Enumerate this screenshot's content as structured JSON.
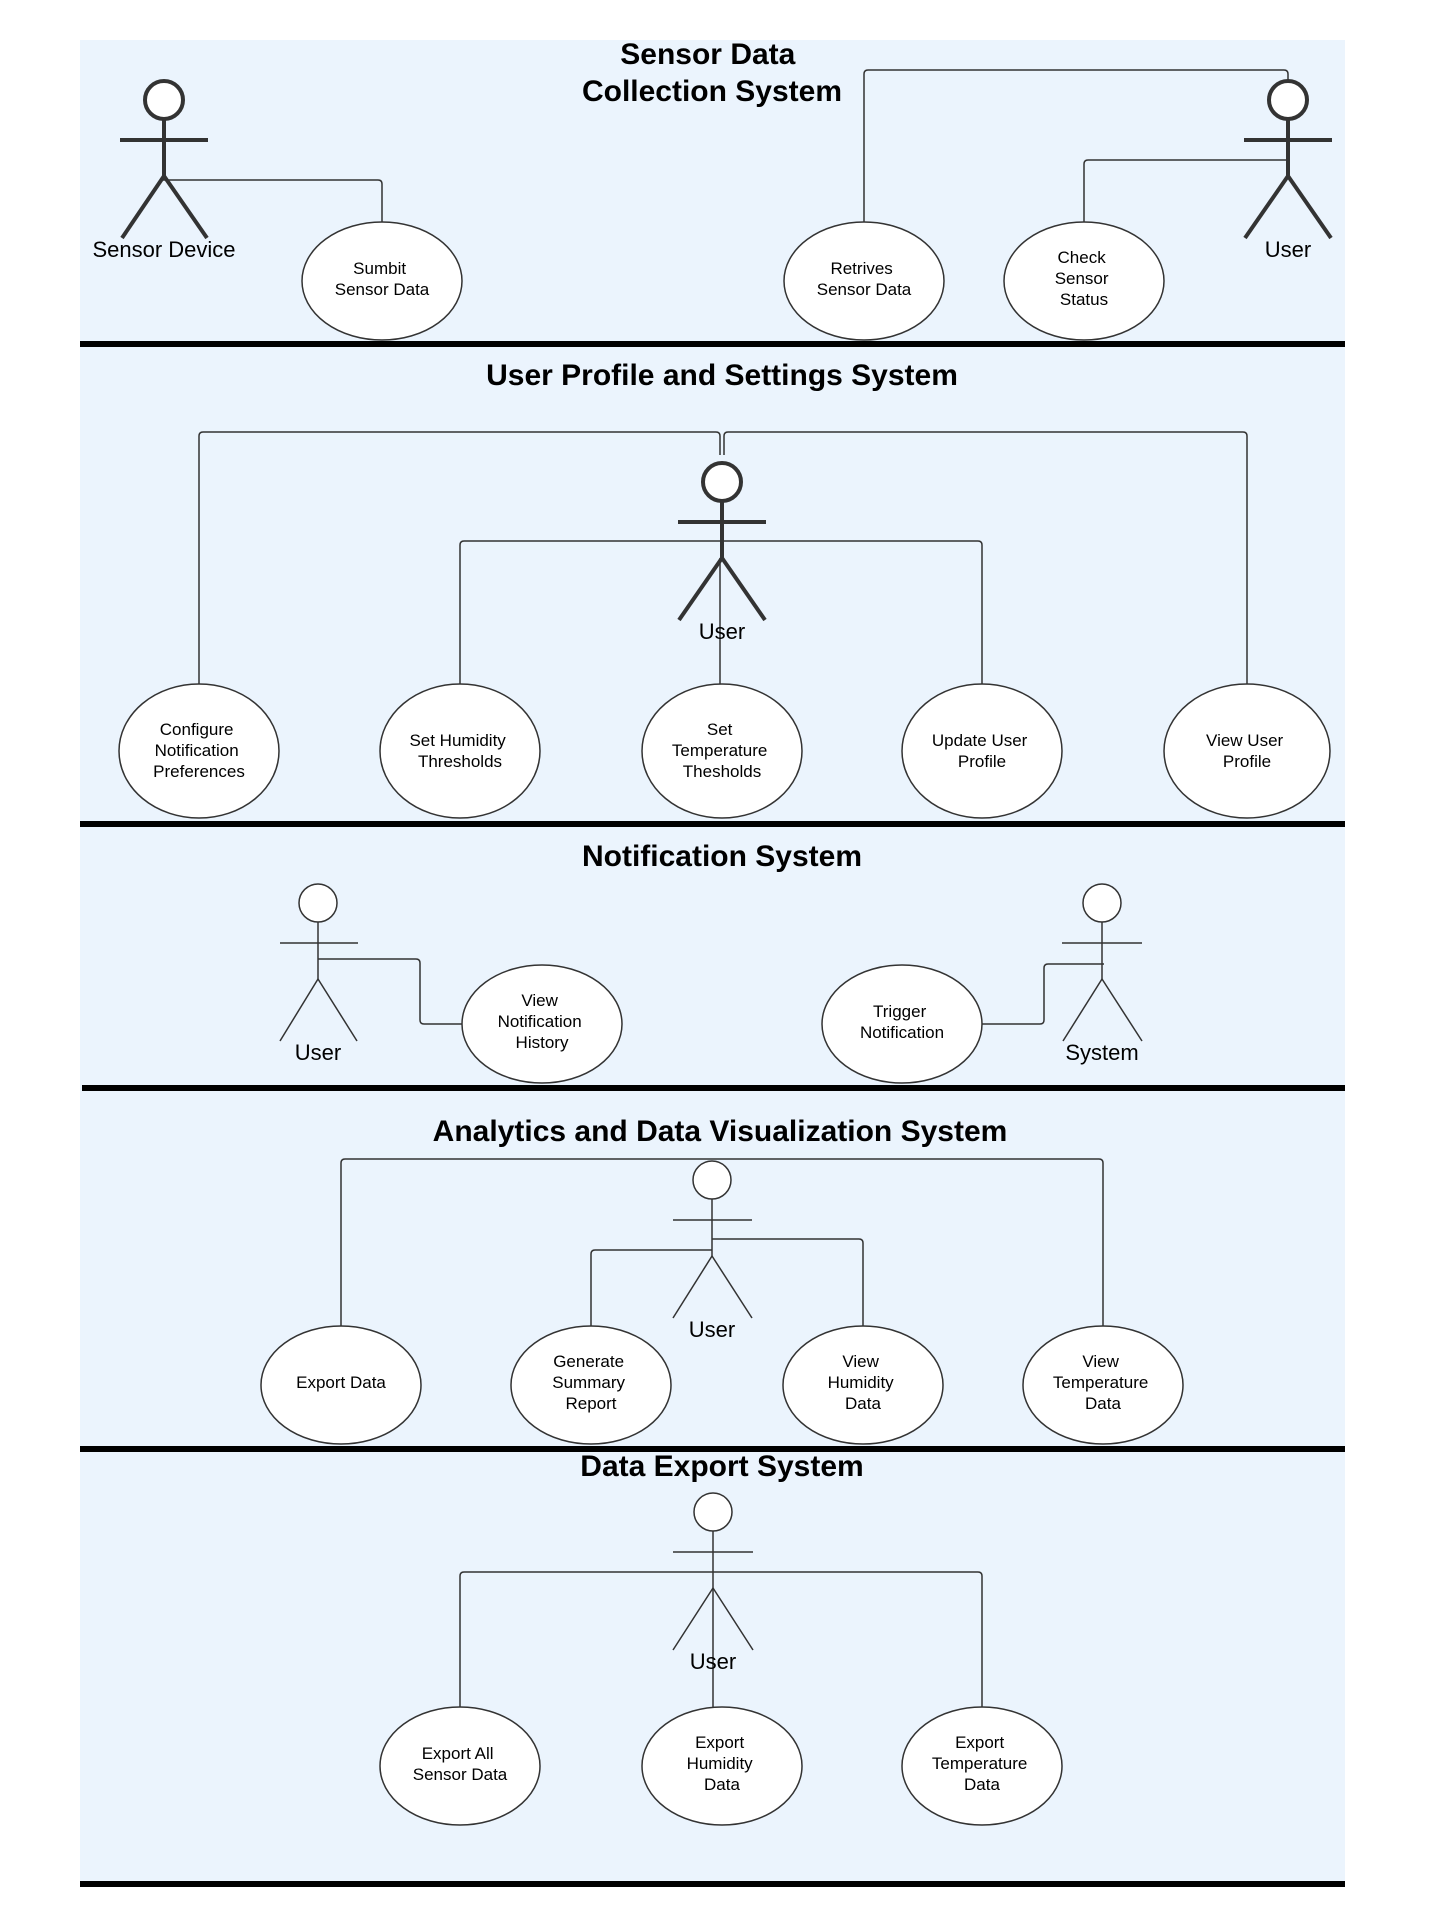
{
  "systems": {
    "sensor_collection": {
      "title_lines": [
        "Sensor Data",
        "Collection System"
      ],
      "actors": {
        "sensor_device": "Sensor Device",
        "user": "User"
      },
      "use_cases": {
        "submit": [
          "Sumbit",
          "Sensor Data"
        ],
        "retrieve": [
          "Retrives",
          "Sensor Data"
        ],
        "check": [
          "Check",
          "Sensor",
          "Status"
        ]
      }
    },
    "user_profile": {
      "title": "User Profile and Settings System",
      "actors": {
        "user": "User"
      },
      "use_cases": {
        "configure": [
          "Configure",
          "Notification",
          "Preferences"
        ],
        "humidity": [
          "Set Humidity",
          "Thresholds"
        ],
        "temperature": [
          "Set",
          "Temperature",
          "Thesholds"
        ],
        "update": [
          "Update User",
          "Profile"
        ],
        "view": [
          "View User",
          "Profile"
        ]
      }
    },
    "notification": {
      "title": "Notification System",
      "actors": {
        "user": "User",
        "system": "System"
      },
      "use_cases": {
        "history": [
          "View",
          "Notification",
          "History"
        ],
        "trigger": [
          "Trigger",
          "Notification"
        ]
      }
    },
    "analytics": {
      "title": "Analytics and Data Visualization System",
      "actors": {
        "user": "User"
      },
      "use_cases": {
        "export": [
          "Export Data"
        ],
        "summary": [
          "Generate",
          "Summary",
          "Report"
        ],
        "humidity": [
          "View",
          "Humidity",
          "Data"
        ],
        "temperature": [
          "View",
          "Temperature",
          "Data"
        ]
      }
    },
    "data_export": {
      "title": "Data Export System",
      "actors": {
        "user": "User"
      },
      "use_cases": {
        "all": [
          "Export All",
          "Sensor Data"
        ],
        "humidity": [
          "Export",
          "Humidity",
          "Data"
        ],
        "temperature": [
          "Export",
          "Temperature",
          "Data"
        ]
      }
    }
  },
  "colors": {
    "system_background": "#ebf4fd",
    "stroke": "#333333",
    "divider": "#000000"
  }
}
